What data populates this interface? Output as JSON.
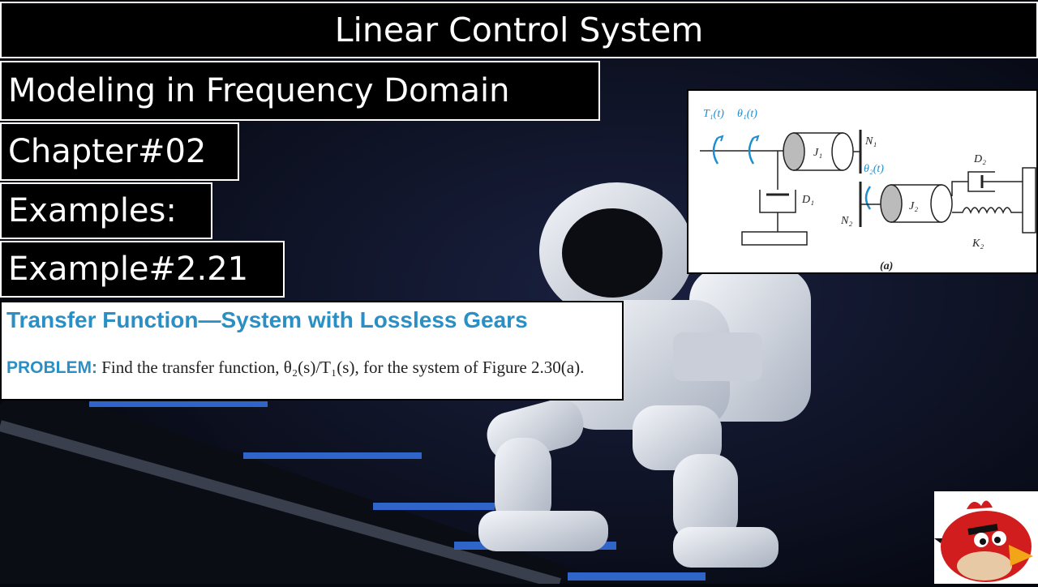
{
  "title": "Linear Control System",
  "subtitle": "Modeling in Frequency Domain",
  "chapter": "Chapter#02",
  "section": "Examples:",
  "example_number": "Example#2.21",
  "problem": {
    "title": "Transfer Function—System with Lossless Gears",
    "prefix": "PROBLEM:",
    "text": "Find the transfer function, θ₂(s)/T₁(s), for the system of Figure 2.30(a)."
  },
  "figure": {
    "label_T1": "T₁(t)",
    "label_theta1": "θ₁(t)",
    "label_J1": "J₁",
    "label_N1": "N₁",
    "label_D1": "D₁",
    "label_theta2": "θ₂(t)",
    "label_D2": "D₂",
    "label_J2": "J₂",
    "label_N2": "N₂",
    "label_K2": "K₂",
    "caption": "(a)"
  },
  "colors": {
    "title_blue": "#2a8fc4",
    "figure_blue": "#1b8fd0",
    "stair_blue": "#2f64c8",
    "background": "#05070f"
  },
  "icons": [
    "astronaut-robot-illustration",
    "angry-bird-logo"
  ]
}
